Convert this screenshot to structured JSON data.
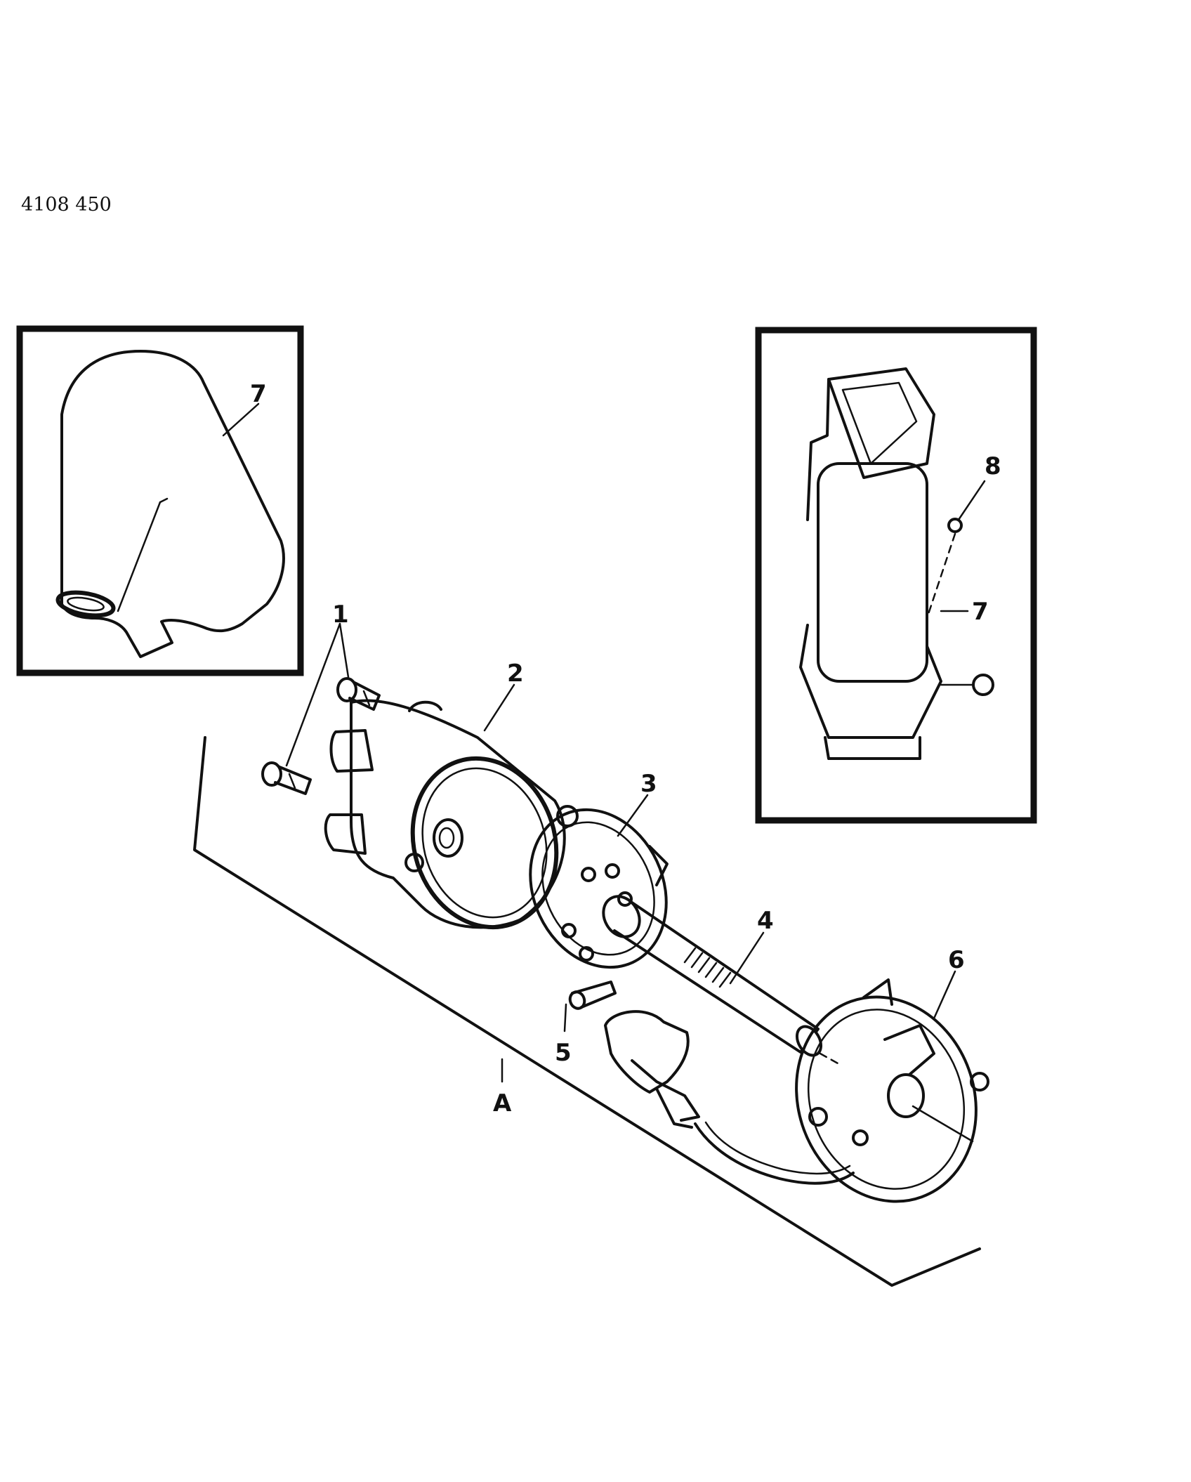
{
  "reference_code": "4108 450",
  "callouts": {
    "c1": "1",
    "c2": "2",
    "c3": "3",
    "c4": "4",
    "c5": "5",
    "c6": "6",
    "c7_left": "7",
    "c7_right": "7",
    "c8": "8",
    "cA": "A"
  },
  "colors": {
    "line": "#111111",
    "background": "#ffffff"
  }
}
